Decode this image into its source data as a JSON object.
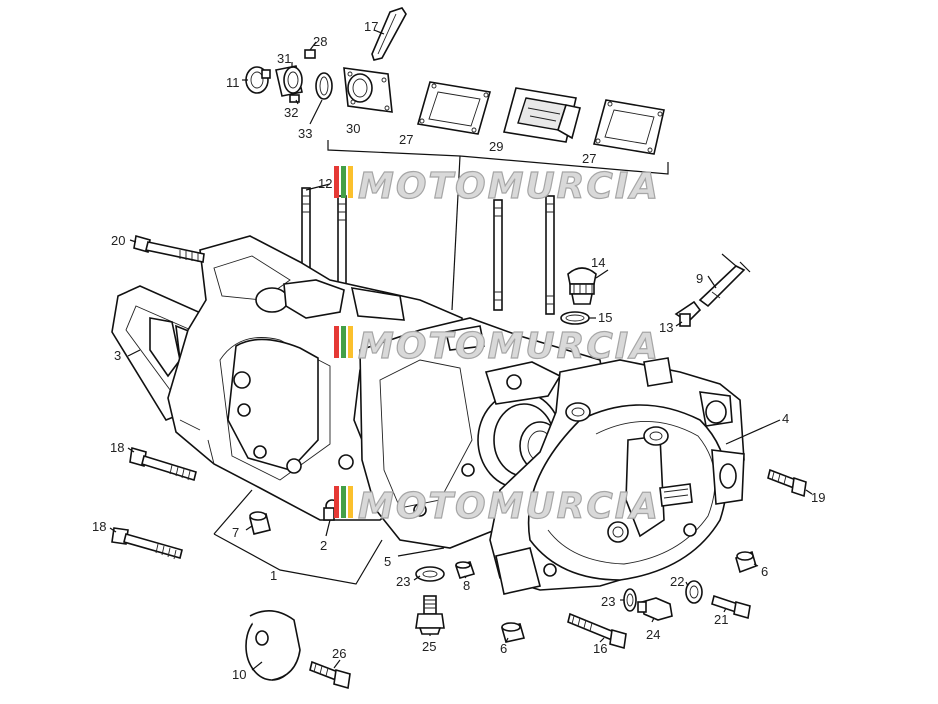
{
  "watermark": {
    "text": "MOTOMURCIA",
    "colors": [
      "#e53935",
      "#43a047",
      "#fbc02d"
    ]
  },
  "callouts": {
    "c1": "1",
    "c2": "2",
    "c3": "3",
    "c4": "4",
    "c5": "5",
    "c6a": "6",
    "c6b": "6",
    "c7": "7",
    "c8": "8",
    "c9": "9",
    "c10": "10",
    "c11": "11",
    "c12": "12",
    "c13": "13",
    "c14": "14",
    "c15": "15",
    "c16": "16",
    "c17": "17",
    "c18a": "18",
    "c18b": "18",
    "c19": "19",
    "c20": "20",
    "c21": "21",
    "c22": "22",
    "c23a": "23",
    "c23b": "23",
    "c24": "24",
    "c25": "25",
    "c26": "26",
    "c27a": "27",
    "c27b": "27",
    "c28": "28",
    "c29": "29",
    "c30": "30",
    "c31": "31",
    "c32": "32",
    "c33": "33"
  }
}
